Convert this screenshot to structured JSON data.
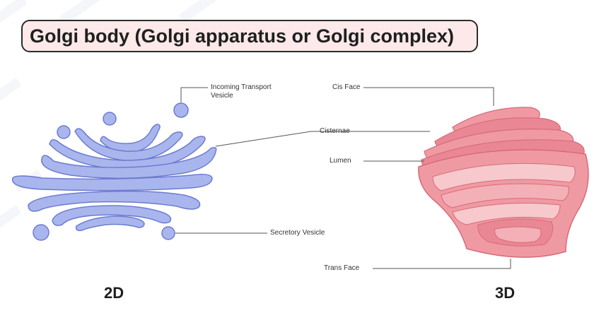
{
  "title": "Golgi body (Golgi apparatus or Golgi complex)",
  "labels": {
    "incoming_vesicle_1": "Incoming Transport",
    "incoming_vesicle_2": "Vesicle",
    "cis_face": "Cis Face",
    "cisternae": "Cisternae",
    "lumen": "Lumen",
    "secretory_vesicle": "Secretory Vesicle",
    "trans_face": "Trans Face"
  },
  "captions": {
    "left": "2D",
    "right": "3D"
  },
  "colors": {
    "golgi_2d": "#a9b6ee",
    "golgi_2d_outline": "#6c7bd0",
    "golgi_3d": "#ef9aa3",
    "golgi_3d_dark": "#d96a78",
    "golgi_3d_light": "#f7c9cd",
    "title_bg": "#fde9e9",
    "leader_line": "#555555"
  }
}
